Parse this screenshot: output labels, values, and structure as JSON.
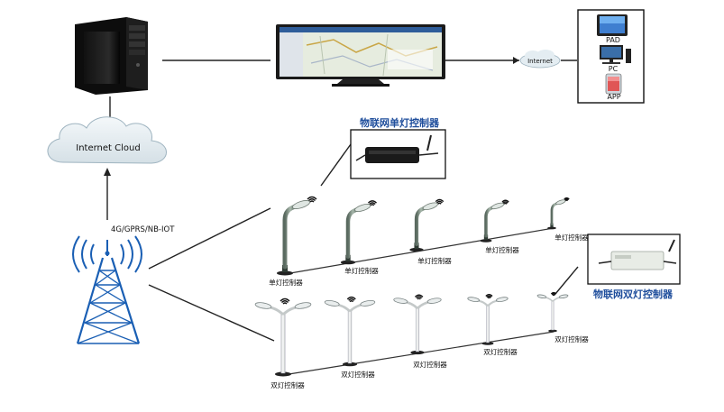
{
  "diagram": {
    "cloud_label": "Internet Cloud",
    "internet_label": "Internet",
    "network_label": "4G/GPRS/NB-IOT",
    "devices": {
      "pad": "PAD",
      "pc": "PC",
      "app": "APP"
    },
    "single_title": "物联网单灯控制器",
    "double_title": "物联网双灯控制器",
    "single_poles": [
      {
        "label": "单灯控制器"
      },
      {
        "label": "单灯控制器"
      },
      {
        "label": "单灯控制器"
      },
      {
        "label": "单灯控制器"
      },
      {
        "label": "单灯控制器"
      }
    ],
    "double_poles": [
      {
        "label": "双灯控制器"
      },
      {
        "label": "双灯控制器"
      },
      {
        "label": "双灯控制器"
      },
      {
        "label": "双灯控制器"
      },
      {
        "label": "双灯控制器"
      }
    ],
    "colors": {
      "accent": "#1f4e9c",
      "tower": "#1a5fb4",
      "screen_bezel": "#1a1a1a",
      "cloud": "#e6eef2"
    }
  }
}
